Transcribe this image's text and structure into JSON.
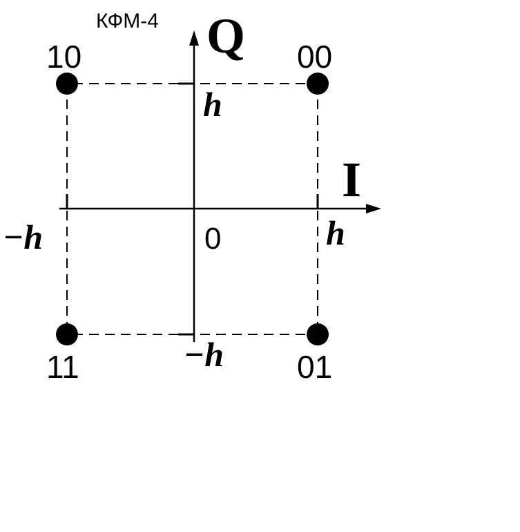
{
  "title": "КФМ-4",
  "axes": {
    "vertical_label": "Q",
    "horizontal_label": "I",
    "origin_label": "0"
  },
  "ticks": {
    "q_pos": "h",
    "q_neg": "−h",
    "i_pos": "h",
    "i_neg": "−h"
  },
  "points": [
    {
      "code": "10",
      "i": -1,
      "q": 1
    },
    {
      "code": "00",
      "i": 1,
      "q": 1
    },
    {
      "code": "11",
      "i": -1,
      "q": -1
    },
    {
      "code": "01",
      "i": 1,
      "q": -1
    }
  ],
  "colors": {
    "ink": "#000000",
    "background": "#ffffff"
  }
}
